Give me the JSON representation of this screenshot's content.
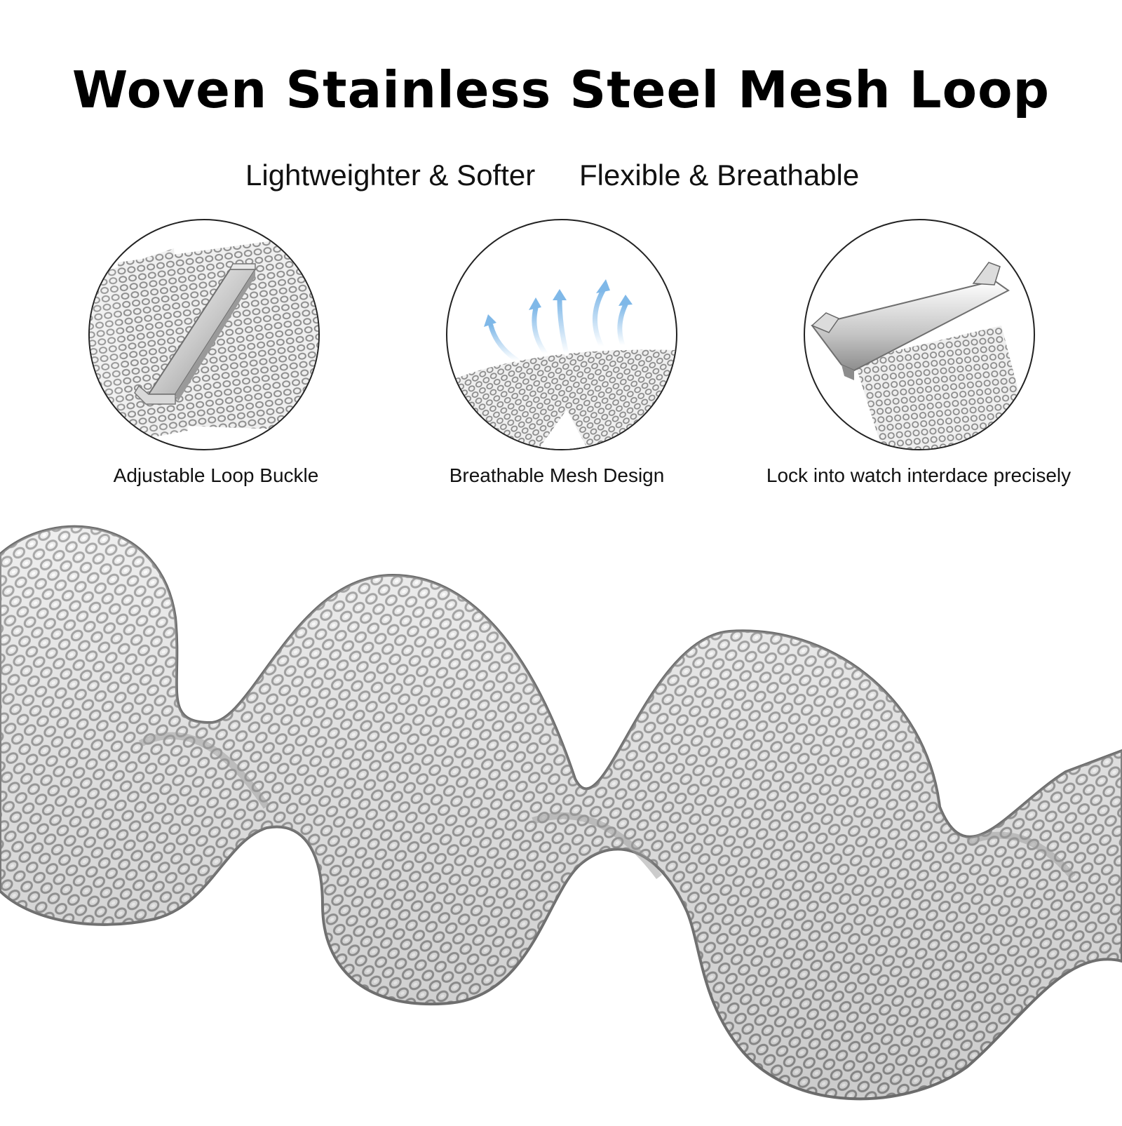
{
  "headline": "Woven Stainless Steel Mesh Loop",
  "subheadline": {
    "left": "Lightweighter & Softer",
    "right": "Flexible & Breathable"
  },
  "features": [
    {
      "icon": "loop-buckle-icon",
      "caption": "Adjustable Loop Buckle"
    },
    {
      "icon": "airflow-arrows-icon",
      "caption": "Breathable Mesh Design"
    },
    {
      "icon": "watch-connector-icon",
      "caption": "Lock into watch interdace precisely"
    }
  ],
  "colors": {
    "background": "#ffffff",
    "text": "#000000",
    "steel_light": "#e6e6e6",
    "steel_mid": "#b9b9b9",
    "steel_dark": "#7a7a7a",
    "airflow_blue": "#7fb8e8"
  }
}
